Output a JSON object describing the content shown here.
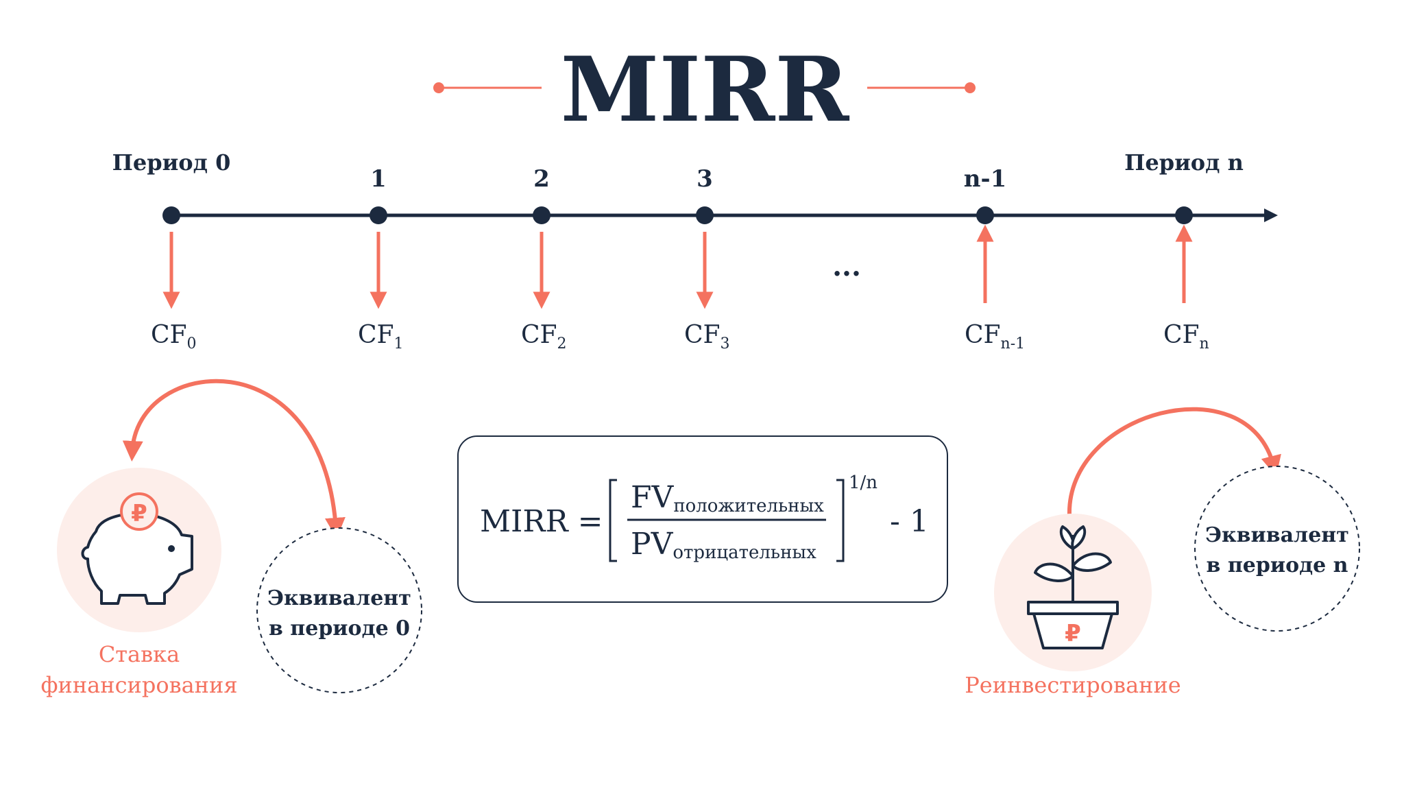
{
  "title": "MIRR",
  "timeline": {
    "points": [
      {
        "label": "Период 0",
        "cf_main": "CF",
        "cf_sub": "0",
        "flow": "down"
      },
      {
        "label": "1",
        "cf_main": "CF",
        "cf_sub": "1",
        "flow": "down"
      },
      {
        "label": "2",
        "cf_main": "CF",
        "cf_sub": "2",
        "flow": "down"
      },
      {
        "label": "3",
        "cf_main": "CF",
        "cf_sub": "3",
        "flow": "down"
      },
      {
        "label": "n-1",
        "cf_main": "CF",
        "cf_sub": "n-1",
        "flow": "up"
      },
      {
        "label": "Период n",
        "cf_main": "CF",
        "cf_sub": "n",
        "flow": "up"
      }
    ],
    "ellipsis": "..."
  },
  "formula": {
    "lhs": "MIRR =",
    "num_main": "FV",
    "num_sub": "положительных",
    "den_main": "PV",
    "den_sub": "отрицательных",
    "exponent": "1/n",
    "tail": "- 1"
  },
  "left": {
    "equiv_line1": "Эквивалент",
    "equiv_line2": "в периоде 0",
    "caption_line1": "Ставка",
    "caption_line2": "финансирования",
    "icon_symbol": "₽"
  },
  "right": {
    "equiv_line1": "Эквивалент",
    "equiv_line2": "в периоде n",
    "caption": "Реинвестирование",
    "icon_symbol": "₽"
  },
  "colors": {
    "accent": "#f4725f",
    "navy": "#1c2a3f",
    "soft": "#fdeeea",
    "dashed": "#4a5568"
  }
}
